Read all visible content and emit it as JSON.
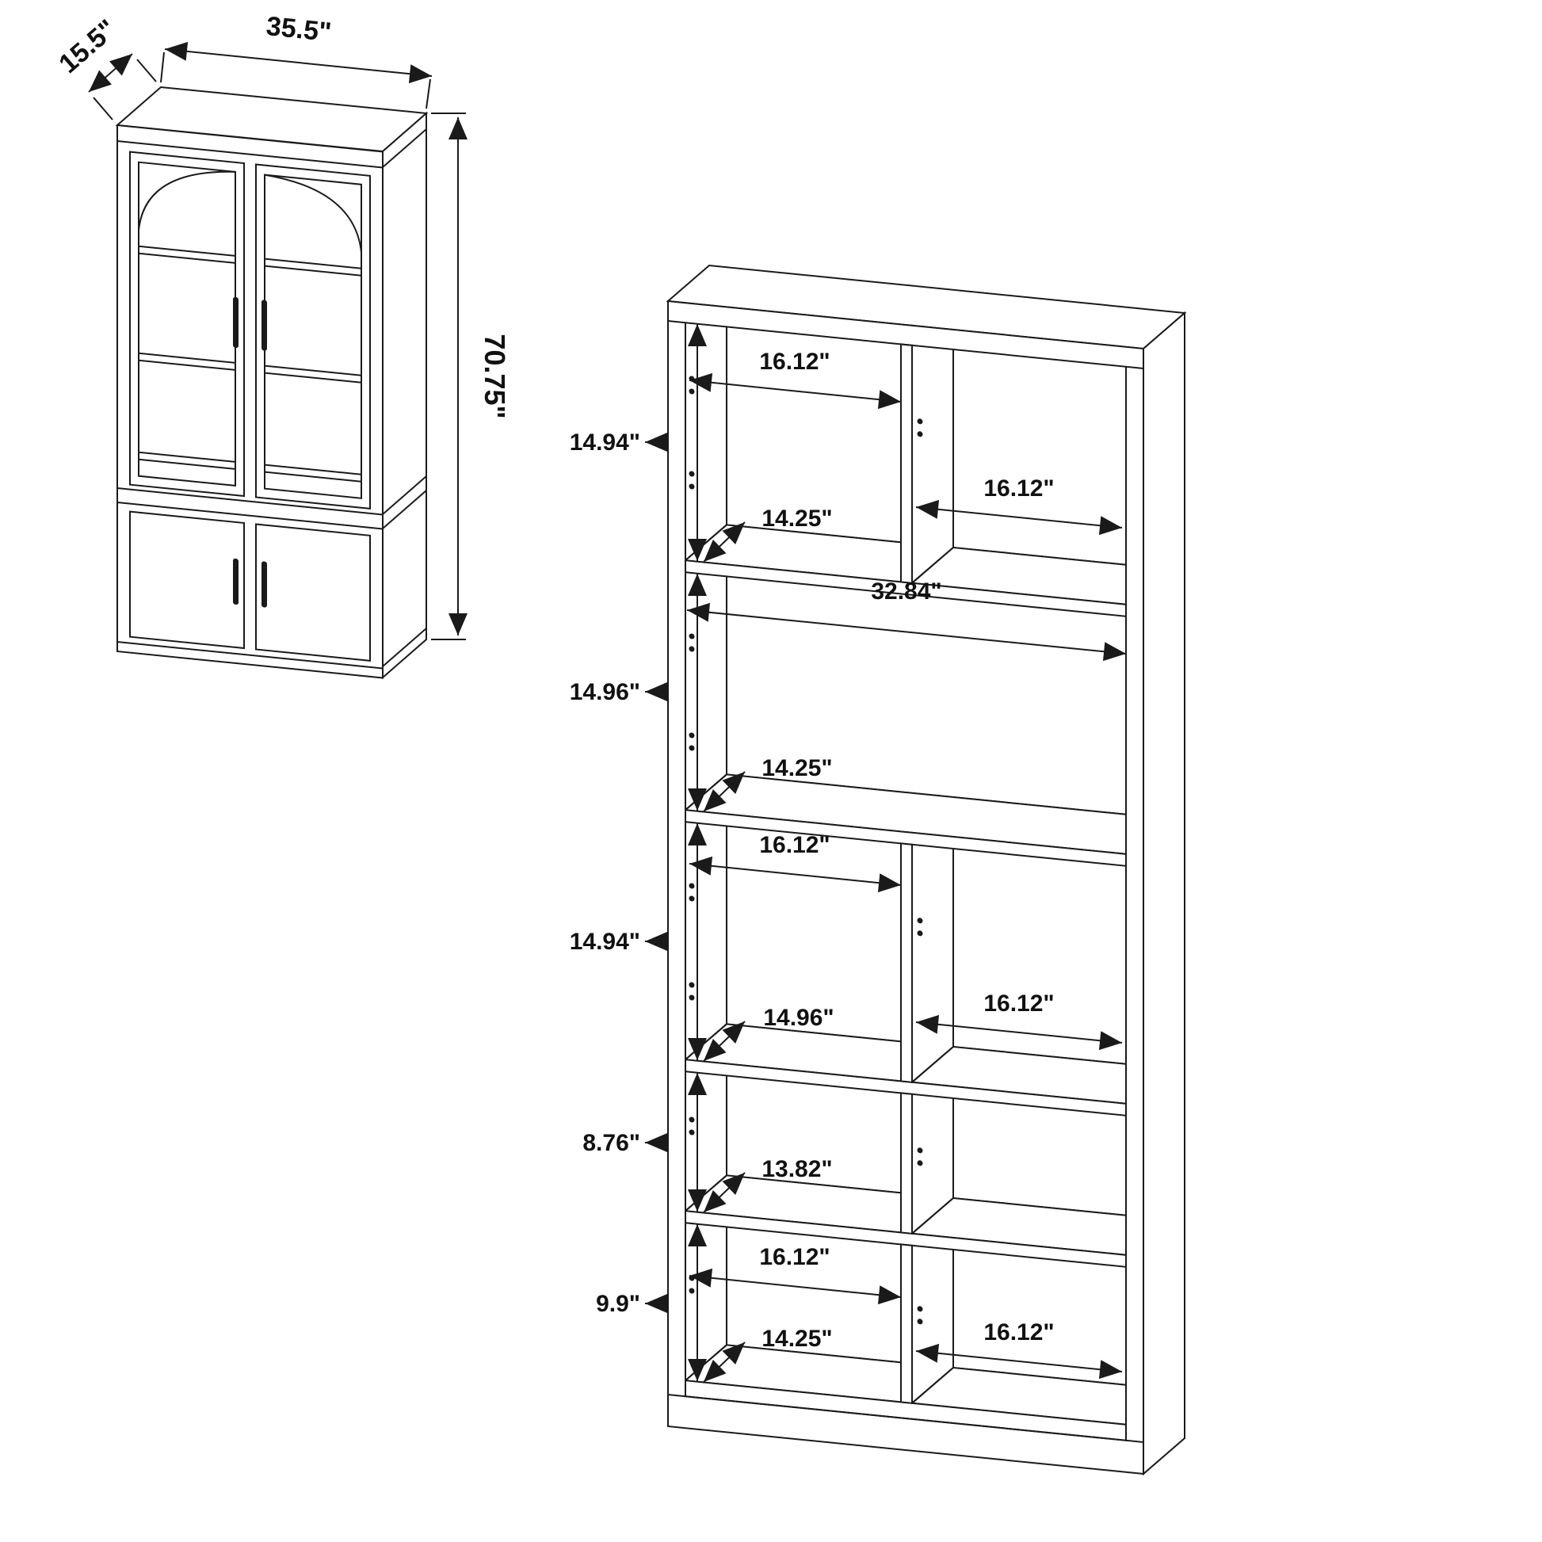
{
  "overall": {
    "depth": "15.5\"",
    "width": "35.5\"",
    "height": "70.75\""
  },
  "interior": {
    "section1_height": "14.94\"",
    "section2_height": "14.96\"",
    "section3_height": "14.94\"",
    "section4_height": "8.76\"",
    "section5_height": "9.9\"",
    "interior_width": "32.84\"",
    "cubby_top_left_width": "16.12\"",
    "cubby_top_right_width": "16.12\"",
    "cubby_mid_left_width": "16.12\"",
    "cubby_mid_right_width": "16.12\"",
    "cubby_bottom_left_width": "16.12\"",
    "cubby_bottom_right_width": "16.12\"",
    "shelf1_depth": "14.25\"",
    "shelf2_depth": "14.25\"",
    "shelf3_depth": "14.96\"",
    "shelf4_depth": "13.82\"",
    "shelf5_depth": "14.25\""
  }
}
